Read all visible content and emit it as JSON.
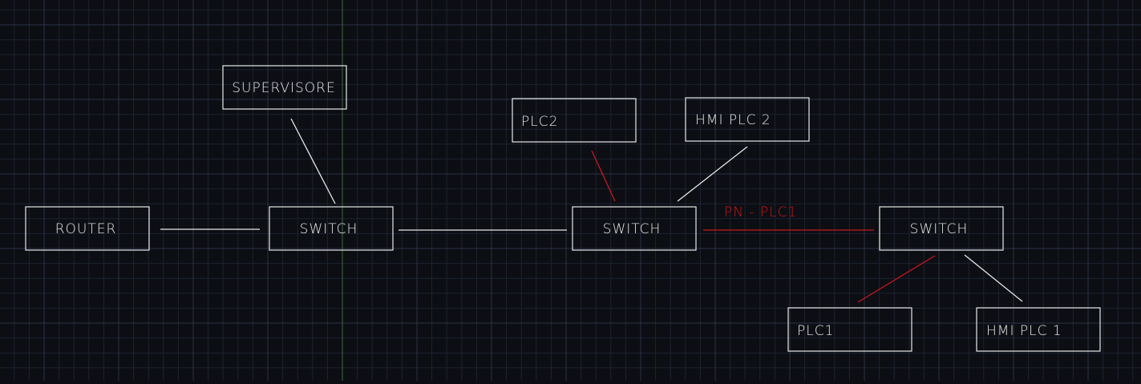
{
  "colors": {
    "background": "#0c0e13",
    "grid_minor": "#1d2230",
    "grid_major": "#2d3346",
    "axis_y": "#3c6b3c",
    "box_stroke": "#e8e8e8",
    "text": "#e8e8e8",
    "link_normal": "#e8e8e8",
    "link_highlight": "#c8171e"
  },
  "diagram": {
    "nodes": [
      {
        "id": "router",
        "label": "ROUTER"
      },
      {
        "id": "switch1",
        "label": "SWITCH"
      },
      {
        "id": "supervisore",
        "label": "SUPERVISORE"
      },
      {
        "id": "switch2",
        "label": "SWITCH"
      },
      {
        "id": "plc2",
        "label": "PLC2"
      },
      {
        "id": "hmi_plc2",
        "label": "HMI PLC 2"
      },
      {
        "id": "switch3",
        "label": "SWITCH"
      },
      {
        "id": "plc1",
        "label": "PLC1"
      },
      {
        "id": "hmi_plc1",
        "label": "HMI PLC 1"
      }
    ],
    "links": [
      {
        "id": "router-switch1",
        "from": "router",
        "to": "switch1",
        "style": "normal"
      },
      {
        "id": "supervisore-switch1",
        "from": "supervisore",
        "to": "switch1",
        "style": "normal"
      },
      {
        "id": "switch1-switch2",
        "from": "switch1",
        "to": "switch2",
        "style": "normal"
      },
      {
        "id": "plc2-switch2",
        "from": "plc2",
        "to": "switch2",
        "style": "highlight"
      },
      {
        "id": "hmi-plc2-switch2",
        "from": "hmi_plc2",
        "to": "switch2",
        "style": "normal"
      },
      {
        "id": "switch2-switch3",
        "from": "switch2",
        "to": "switch3",
        "style": "highlight",
        "label": "PN - PLC1"
      },
      {
        "id": "switch3-plc1",
        "from": "switch3",
        "to": "plc1",
        "style": "highlight"
      },
      {
        "id": "switch3-hmi-plc1",
        "from": "switch3",
        "to": "hmi_plc1",
        "style": "normal"
      }
    ]
  }
}
